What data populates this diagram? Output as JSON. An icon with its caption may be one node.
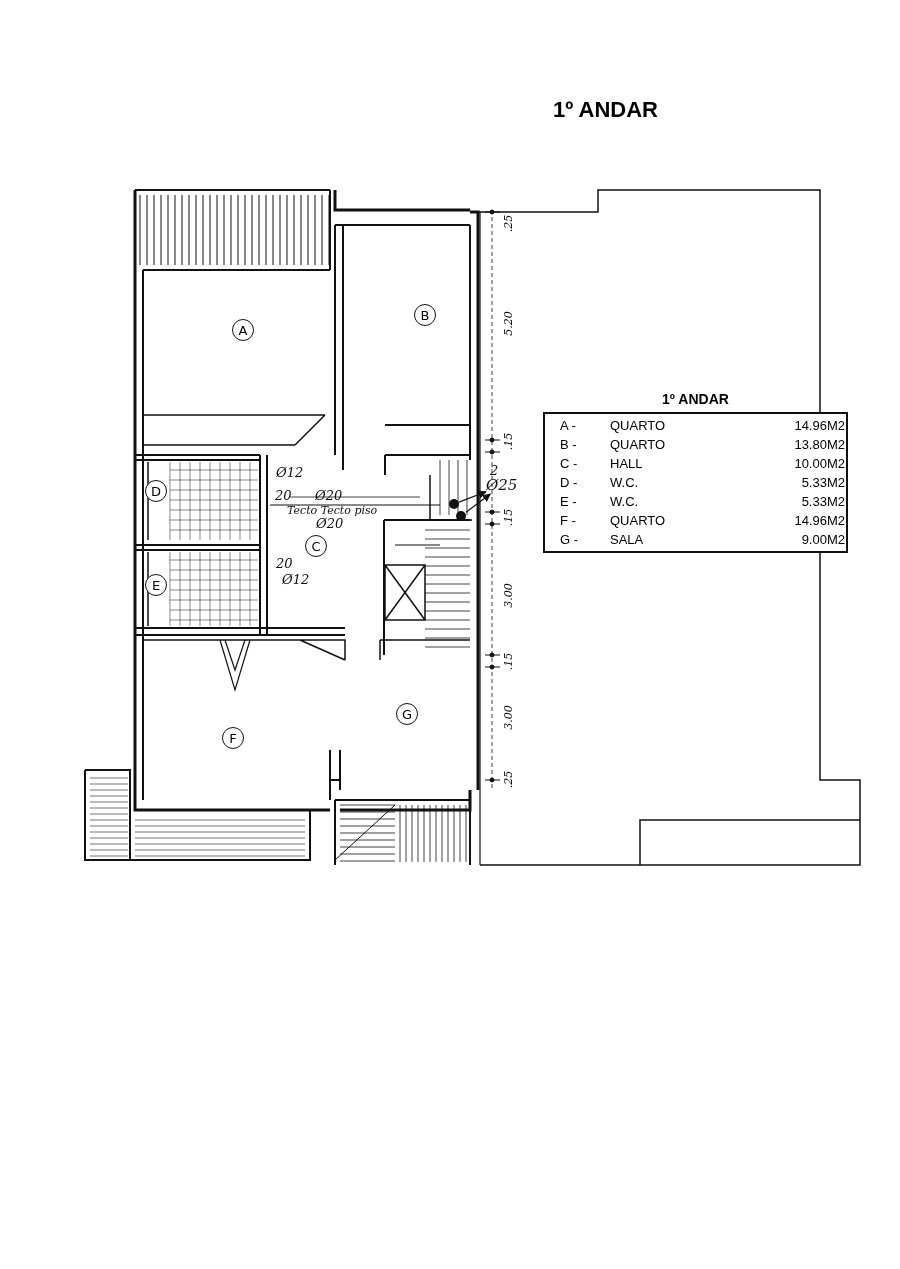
{
  "diagram": {
    "title": "1º ANDAR",
    "nodes": [
      {
        "text": [
          "A"
        ]
      },
      {
        "text": [
          "B"
        ]
      },
      {
        "text": [
          "C"
        ]
      },
      {
        "text": [
          "D"
        ]
      },
      {
        "text": [
          "E"
        ]
      },
      {
        "text": [
          "F"
        ]
      },
      {
        "text": [
          "G"
        ]
      },
      {
        "text": [
          "1º ANDAR",
          "A -",
          "QUARTO",
          "14.96M2",
          "B -",
          "QUARTO",
          "13.80M2",
          "C -",
          "HALL",
          "10.00M2",
          "D -",
          "W.C.",
          "5.33M2",
          "E -",
          "W.C.",
          "5.33M2",
          "F -",
          "QUARTO",
          "14.96M2",
          "G -",
          "SALA",
          "9.00M2"
        ]
      },
      {
        "text": [
          "Ø25"
        ]
      },
      {
        "text": [],
        "shape": "circle"
      },
      {
        "text": [],
        "shape": "circle"
      }
    ],
    "edges": [
      {
        "from": 9,
        "to": 8,
        "arrow": "to"
      },
      {
        "from": 10,
        "to": 8,
        "arrow": "to"
      }
    ],
    "labels": [
      "Ø12",
      "2",
      "20",
      "Ø20",
      "Tecto Tecto piso",
      "Ø20",
      "20",
      "Ø12",
      ".25",
      "5.20",
      ".15",
      ".15",
      "3.00",
      ".15",
      "3.00",
      ".25"
    ]
  }
}
